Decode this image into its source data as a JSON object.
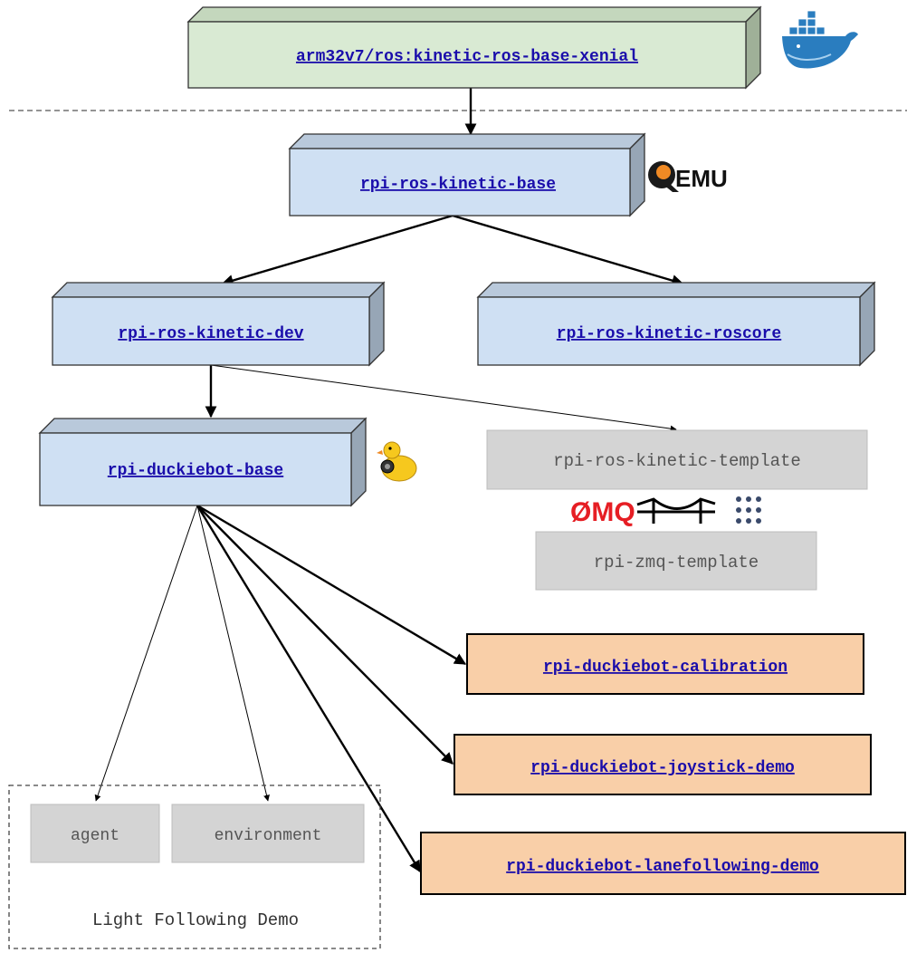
{
  "colors": {
    "base_image": "#d9ead3",
    "ros_image": "#cfe0f3",
    "demo_image": "#f9cfa8",
    "template_image": "#d4d4d4",
    "link": "#1a0dab",
    "zmq_red": "#e61e24",
    "zmq_dots": "#3a4a6b"
  },
  "nodes": {
    "arm32v7": "arm32v7/ros:kinetic-ros-base-xenial",
    "ros_kinetic_base": "rpi-ros-kinetic-base",
    "ros_kinetic_dev": "rpi-ros-kinetic-dev",
    "ros_kinetic_roscore": "rpi-ros-kinetic-roscore",
    "duckiebot_base": "rpi-duckiebot-base",
    "ros_kinetic_template": "rpi-ros-kinetic-template",
    "zmq_template": "rpi-zmq-template",
    "calibration": "rpi-duckiebot-calibration",
    "joystick_demo": "rpi-duckiebot-joystick-demo",
    "lanefollowing_demo": "rpi-duckiebot-lanefollowing-demo",
    "agent": "agent",
    "environment": "environment"
  },
  "group": {
    "caption": "Light Following Demo"
  },
  "logos": {
    "docker": "docker-whale-icon",
    "qemu": "EMU",
    "duck": "duck-icon",
    "zmq": "ØMQ"
  }
}
